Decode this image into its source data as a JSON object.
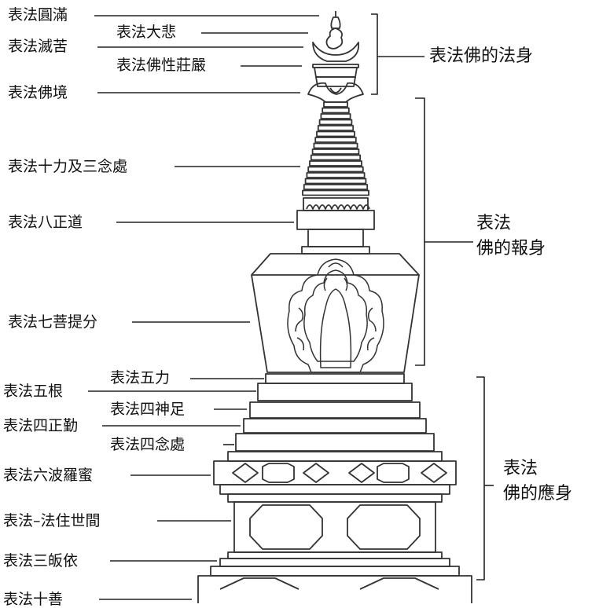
{
  "labels": {
    "yuanman": "表法圓滿",
    "dabei": "表法大悲",
    "miekua": "表法滅苦",
    "fozhuangyan": "表法佛性莊嚴",
    "fojing": "表法佛境",
    "shili": "表法十力及三念處",
    "bazhengdao": "表法八正道",
    "qiputi": "表法七菩提分",
    "wuli": "表法五力",
    "wugen": "表法五根",
    "sishenzu": "表法四神足",
    "sizhengqin": "表法四正勤",
    "sinianchu": "表法四念處",
    "liuboluomi": "表法六波羅蜜",
    "yifa": "表法–法住世間",
    "sanguiyi": "表法三皈依",
    "shishan": "表法十善"
  },
  "groups": {
    "fashen": "表法佛的法身",
    "baoshen_line1": "表法",
    "baoshen_line2": "佛的報身",
    "yingshen_line1": "表法",
    "yingshen_line2": "佛的應身"
  },
  "colors": {
    "stroke": "#333333",
    "text": "#111111"
  }
}
